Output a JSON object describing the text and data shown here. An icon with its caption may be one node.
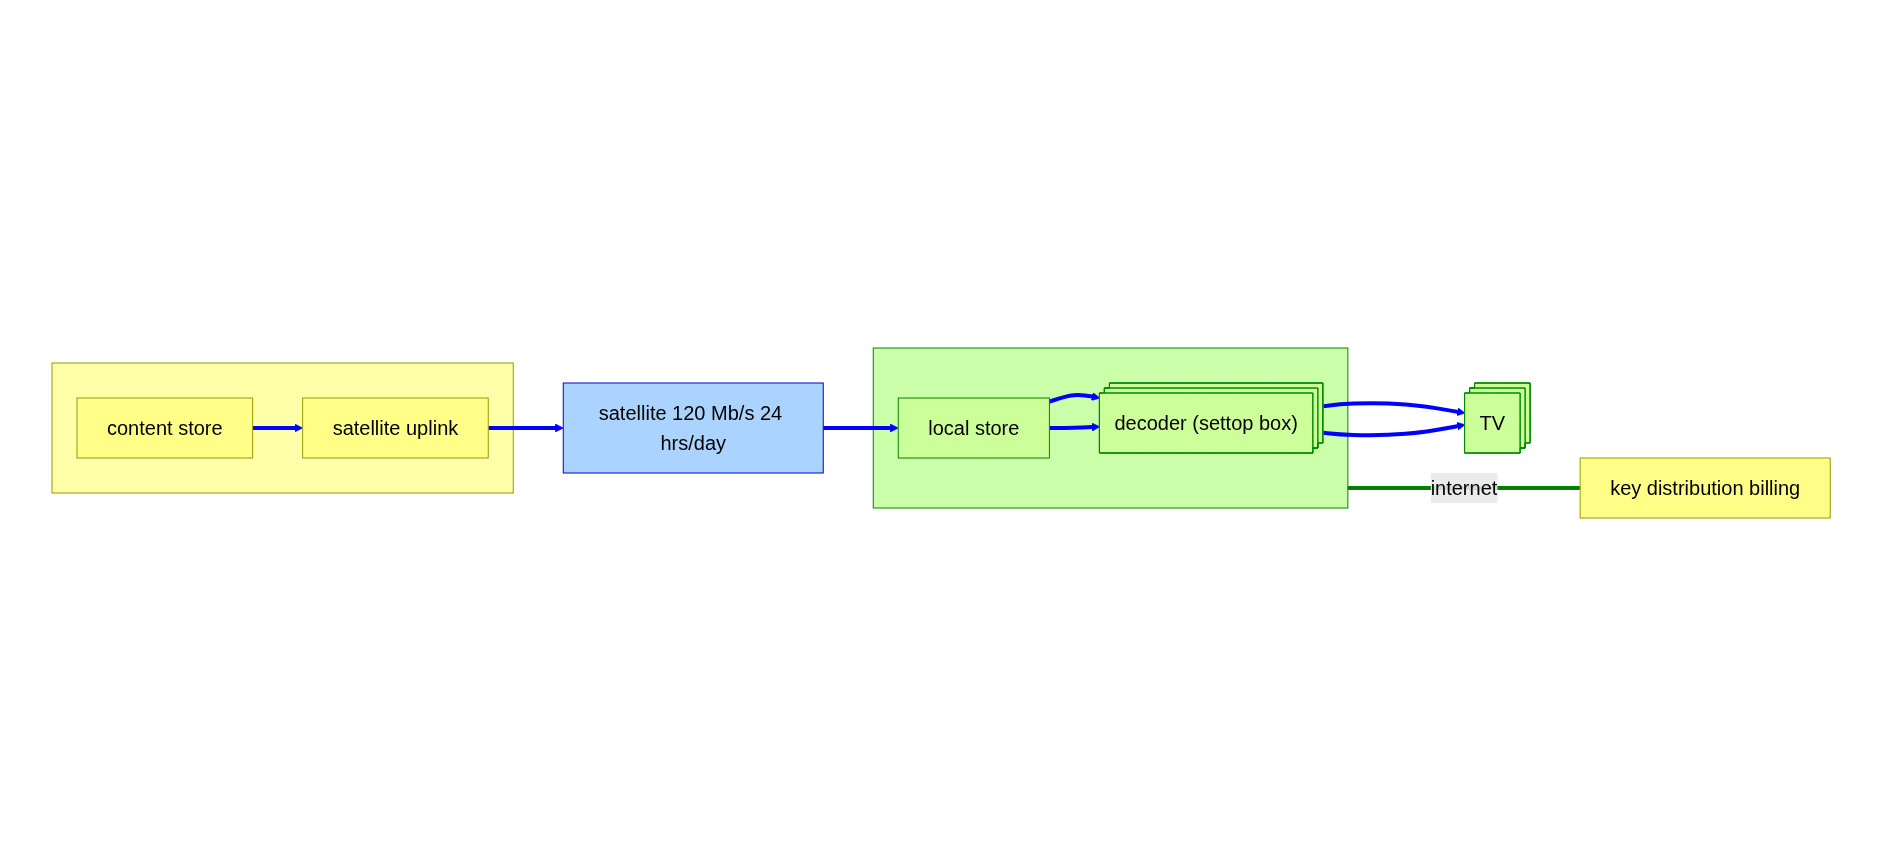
{
  "diagram": {
    "nodes": [
      {
        "text": [],
        "shape": "box"
      },
      {
        "text": [
          "content store"
        ],
        "in": 0
      },
      {
        "text": [
          "satellite uplink"
        ],
        "in": 0
      },
      {
        "text": [
          "satellite 120 Mb/s 24 hrs/day"
        ]
      },
      {
        "text": [],
        "shape": "box"
      },
      {
        "text": [
          "local store"
        ],
        "in": 4
      },
      {
        "text": [
          "decoder (settop box)"
        ],
        "in": 4
      },
      {
        "text": [
          "TV"
        ]
      },
      {
        "text": [
          "key distribution billing"
        ]
      }
    ],
    "edges": [
      {
        "from": 1,
        "to": 2,
        "arrow": "to"
      },
      {
        "from": 2,
        "to": 3,
        "arrow": "to"
      },
      {
        "from": 3,
        "to": 5,
        "arrow": "to"
      },
      {
        "from": 5,
        "to": 6,
        "arrow": "to"
      },
      {
        "from": 5,
        "to": 6,
        "arrow": "to"
      },
      {
        "from": 6,
        "to": 7,
        "arrow": "to"
      },
      {
        "from": 6,
        "to": 7,
        "arrow": "to"
      },
      {
        "from": 4,
        "to": 8,
        "arrow": "none",
        "label": "internet",
        "color": "#008000"
      }
    ]
  }
}
